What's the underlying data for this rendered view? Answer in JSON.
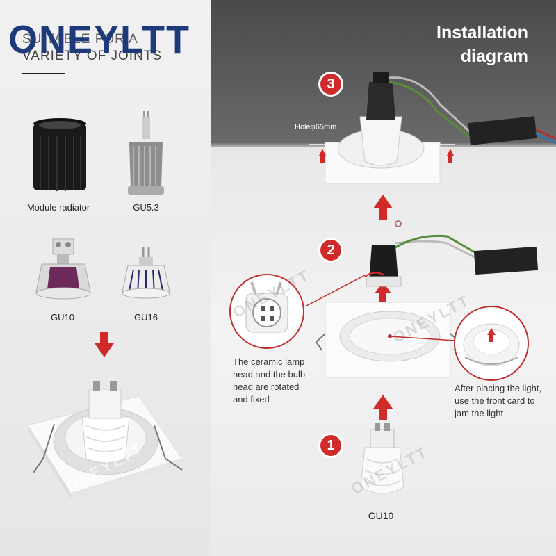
{
  "brand": "ONEYLTT",
  "left": {
    "subtitle_line1": "SUITABLE FOR A",
    "subtitle_line2": "VARIETY OF JOINTS",
    "products": [
      {
        "label": "Module radiator"
      },
      {
        "label": "GU5.3"
      },
      {
        "label": "GU10"
      },
      {
        "label": "GU16"
      }
    ]
  },
  "right": {
    "title_line1": "Installation",
    "title_line2": "diagram",
    "hole_label": "Holeφ65mm",
    "steps": [
      "1",
      "2",
      "3"
    ],
    "note_left": [
      "The ceramic lamp",
      "head and the bulb",
      "head are rotated",
      "and fixed"
    ],
    "note_right": [
      "After placing the light,",
      "use the front card to",
      "jam the light"
    ],
    "bulb_label": "GU10"
  },
  "colors": {
    "brand": "#1f3a7a",
    "accent": "#d12a2a"
  }
}
